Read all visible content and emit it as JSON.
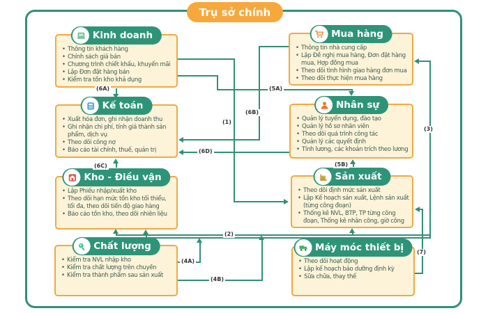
{
  "header": {
    "title": "Trụ sở chính"
  },
  "colors": {
    "teal": "#2E9077",
    "pill_teal": "#2E9478",
    "orange": "#F7A83C",
    "box_border": "#F1A843",
    "box_fill": "#FCF3D8",
    "box_text": "#3D5C51"
  },
  "boxes": {
    "kinh_doanh": {
      "title": "Kinh doanh",
      "icon": "laptop-icon",
      "items": [
        "Thông tin khách hàng",
        "Chính sách giá bán",
        "Chương trình chiết khấu, khuyến mãi",
        "Lập Đơn đặt hàng bán",
        "Kiểm tra tồn kho khả dụng"
      ]
    },
    "mua_hang": {
      "title": "Mua hàng",
      "icon": "cart-icon",
      "items": [
        "Thông tin nhà cung cấp",
        "Lập Đề nghị mua hàng, Đơn đặt hàng mua, Hợp đồng mua",
        "Theo dõi tình hình giao hàng đơn mua",
        "Theo dõi thực hiện mua hàng"
      ]
    },
    "ke_toan": {
      "title": "Kế toán",
      "icon": "calculator-icon",
      "items": [
        "Xuất hóa đơn, ghi nhận doanh thu",
        "Ghi nhận chi phí, tính giá thành sản phẩm, dịch vụ",
        "Theo dõi công nợ",
        "Báo cáo tài chính, thuế, quản trị"
      ]
    },
    "nhan_su": {
      "title": "Nhân sự",
      "icon": "person-icon",
      "items": [
        "Quản lý tuyển dụng, đào tạo",
        "Quản lý hồ sơ nhân viên",
        "Theo dõi quá trình công tác",
        "Quản lý các quyết định",
        "Tính lương, các khoản trích theo lương"
      ]
    },
    "kho_dieu_van": {
      "title": "Kho - Điều vận",
      "icon": "warehouse-icon",
      "items": [
        "Lập Phiếu nhập/xuất kho",
        "Theo dõi hạn mức tồn kho tối thiểu, tối đa, theo dõi tiến độ giao hàng",
        "Báo cáo tồn kho, theo dõi nhiên liệu"
      ]
    },
    "san_xuat": {
      "title": "Sản xuất",
      "icon": "factory-icon",
      "items": [
        "Theo dõi định mức sản xuất",
        "Lập Kế hoạch sản xuất, Lệnh sản xuất (từng công đoạn)",
        "Thống kê NVL, BTP, TP từng công đoạn, Thống kê nhân công, giờ công"
      ]
    },
    "chat_luong": {
      "title": "Chất lượng",
      "icon": "magnifier-icon",
      "items": [
        "Kiểm tra NVL nhập kho",
        "Kiểm tra chất lượng trên chuyền",
        "Kiểm tra thành phẩm sau sản xuất"
      ]
    },
    "may_moc": {
      "title": "Máy móc thiết bị",
      "icon": "truck-icon",
      "items": [
        "Theo dõi hoạt động",
        "Lập kế hoạch bảo dưỡng định kỳ",
        "Sữa chữa, thay thế"
      ]
    }
  },
  "connector_labels": {
    "l1": "(1)",
    "l2": "(2)",
    "l3": "(3)",
    "l4a": "(4A)",
    "l4b": "(4B)",
    "l5a": "(5A)",
    "l5b": "(5B)",
    "l6a": "(6A)",
    "l6b": "(6B)",
    "l6c": "(6C)",
    "l6d": "(6D)",
    "l7": "(7)"
  }
}
